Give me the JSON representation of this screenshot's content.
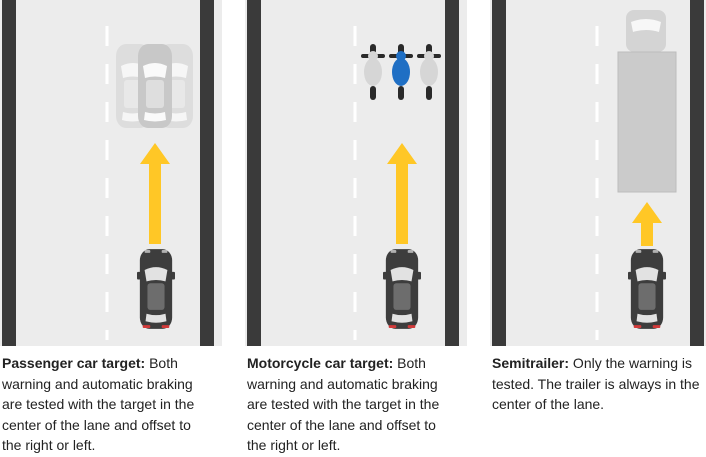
{
  "colors": {
    "road": "#ececec",
    "edge_line": "#3a3a3a",
    "lane_dash": "#ffffff",
    "arrow": "#ffc726",
    "test_car": "#3d3d3d",
    "target_ghost": "#cfcfcf",
    "motorcycle_rider": "#1f6fc4",
    "trailer": "#cbcbcb"
  },
  "panels": [
    {
      "target": "passenger-car",
      "caption_title": "Passenger car target:",
      "caption_text": " Both warning and automatic braking are tested with the target in the center of the lane and offset to the right or left."
    },
    {
      "target": "motorcycle",
      "caption_title": "Motorcycle car target:",
      "caption_text": " Both warning and automatic braking are tested with the target in the center of the lane and offset to the right or left."
    },
    {
      "target": "semitrailer",
      "caption_title": "Semitrailer:",
      "caption_text": " Only the warning is tested. The trailer is always in the center of the lane."
    }
  ]
}
